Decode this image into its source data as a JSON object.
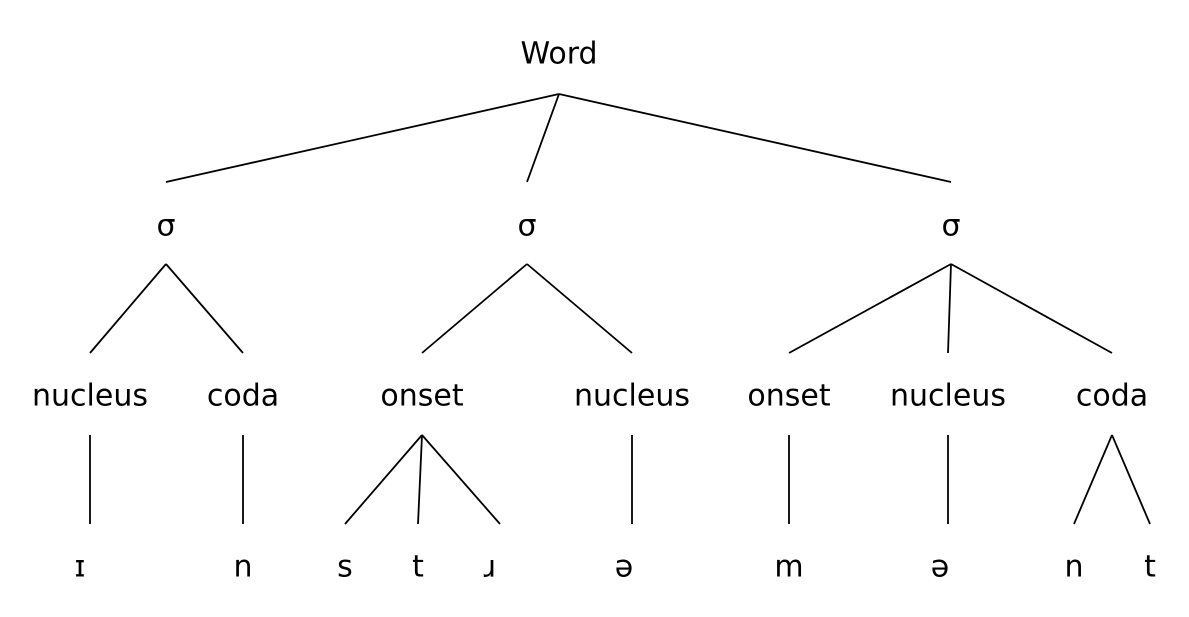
{
  "tree": {
    "root": {
      "label": "Word"
    },
    "syllables": [
      {
        "label": "σ",
        "constituents": [
          {
            "label": "nucleus",
            "segments": [
              "ɪ"
            ]
          },
          {
            "label": "coda",
            "segments": [
              "n"
            ]
          }
        ]
      },
      {
        "label": "σ",
        "constituents": [
          {
            "label": "onset",
            "segments": [
              "s",
              "t",
              "ɹ"
            ]
          },
          {
            "label": "nucleus",
            "segments": [
              "ə"
            ]
          }
        ]
      },
      {
        "label": "σ",
        "constituents": [
          {
            "label": "onset",
            "segments": [
              "m"
            ]
          },
          {
            "label": "nucleus",
            "segments": [
              "ə"
            ]
          },
          {
            "label": "coda",
            "segments": [
              "n",
              "t"
            ]
          }
        ]
      }
    ]
  },
  "colors": {
    "line": "#000000",
    "text": "#000000",
    "background": "#ffffff"
  }
}
